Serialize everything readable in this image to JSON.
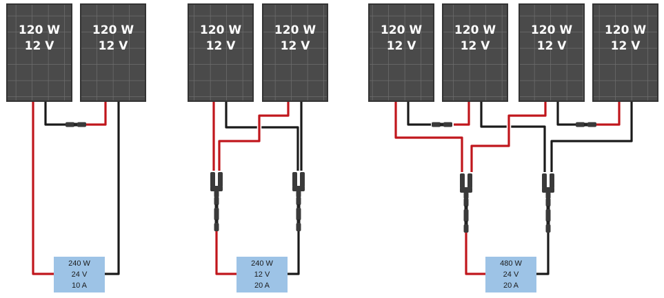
{
  "colors": {
    "panel_fill": "#4a4a4a",
    "panel_grid": "#6e6e6e",
    "panel_border": "#333333",
    "positive_wire": "#c0161c",
    "negative_wire": "#1a1a1a",
    "connector": "#3a3a3a",
    "summary_box": "#9dc3e6"
  },
  "panel": {
    "power": "120 W",
    "voltage": "12 V"
  },
  "configurations": [
    {
      "name": "series-2",
      "panel_count": 2,
      "summary": {
        "power": "240 W",
        "voltage": "24 V",
        "current": "10 A"
      }
    },
    {
      "name": "parallel-2",
      "panel_count": 2,
      "summary": {
        "power": "240 W",
        "voltage": "12 V",
        "current": "20 A"
      }
    },
    {
      "name": "series-parallel-4",
      "panel_count": 4,
      "summary": {
        "power": "480 W",
        "voltage": "24 V",
        "current": "20 A"
      }
    }
  ]
}
